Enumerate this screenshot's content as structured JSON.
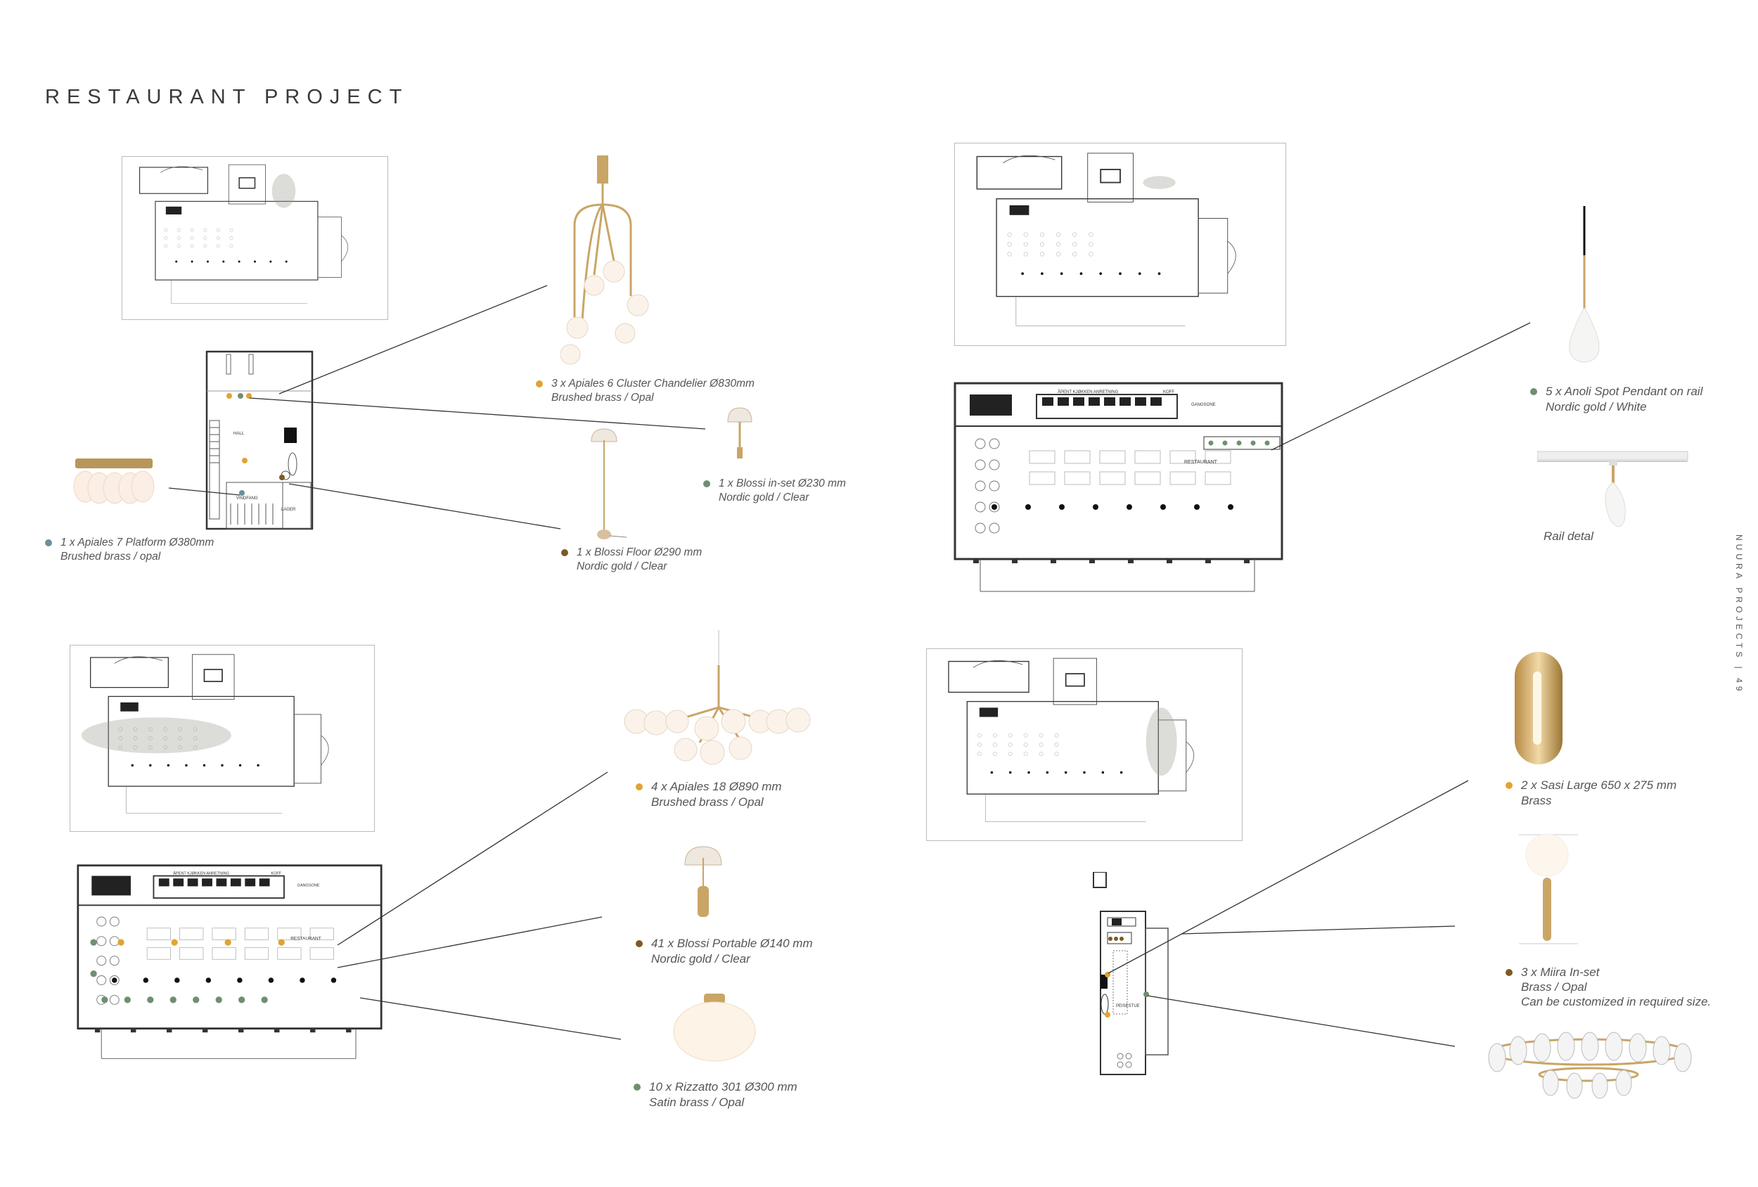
{
  "title": "RESTAURANT PROJECT",
  "side_label": "NUURA PROJECTS | 49",
  "colors": {
    "gold": "#e2a332",
    "green": "#6f8f70",
    "brown": "#7b5b22",
    "teal": "#6c8f99",
    "line": "#333333"
  },
  "items": [
    {
      "qty_name": "1 x Apiales 7 Platform Ø380mm",
      "finish": "Brushed brass / opal",
      "dot": "teal"
    },
    {
      "qty_name": "3 x Apiales  6 Cluster Chandelier  Ø830mm",
      "finish": "Brushed brass / Opal",
      "dot": "gold"
    },
    {
      "qty_name": "1  x Blossi in-set Ø230 mm",
      "finish": "Nordic gold / Clear",
      "dot": "green"
    },
    {
      "qty_name": "1 x Blossi Floor Ø290 mm",
      "finish": "Nordic gold / Clear",
      "dot": "brown"
    },
    {
      "qty_name": "5 x Anoli  Spot Pendant on rail",
      "finish": "Nordic gold / White",
      "dot": "green"
    },
    {
      "qty_name": "Rail detal"
    },
    {
      "qty_name": "4 x Apiales 18  Ø890 mm",
      "finish": "Brushed brass / Opal",
      "dot": "gold"
    },
    {
      "qty_name": "41 x Blossi Portable Ø140 mm",
      "finish": "Nordic  gold / Clear",
      "dot": "brown"
    },
    {
      "qty_name": "10  x Rizzatto  301 Ø300 mm",
      "finish": "Satin brass / Opal",
      "dot": "green"
    },
    {
      "qty_name": "2 x Sasi Large 650 x 275 mm",
      "finish": "Brass",
      "dot": "gold"
    },
    {
      "qty_name": "3 x Miira In-set",
      "finish": "Brass / Opal",
      "note": "Can be customized in required size.",
      "dot": "brown"
    }
  ],
  "plan_labels": {
    "hall": "HALL",
    "vindfang": "VINDFANG",
    "lager": "LAGER",
    "restaurant": "RESTAURANT",
    "gangsone": "GANGSONE",
    "kjokken": "ÅPENT KJØKKEN ANRETNING",
    "peisestue": "PEISESTUE",
    "koff": "KOFF"
  }
}
